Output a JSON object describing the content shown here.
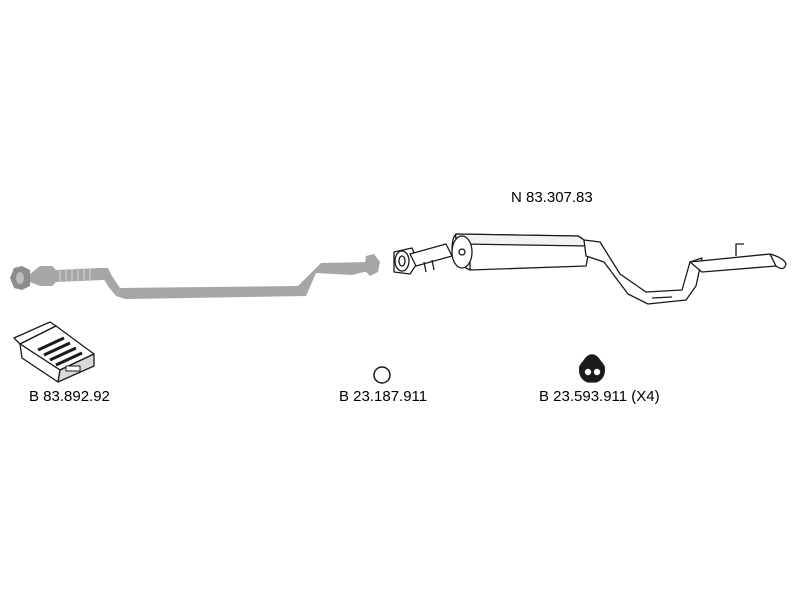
{
  "parts": {
    "rear_silencer": {
      "code": "N 83.307.83"
    },
    "fitting_kit": {
      "code": "B 83.892.92"
    },
    "seal_ring": {
      "code": "B 23.187.911"
    },
    "rubber_hanger": {
      "code": "B 23.593.911 (X4)"
    }
  },
  "colors": {
    "line": "#1a1a1a",
    "fill": "#ffffff",
    "grey_part": "#a6a6a6",
    "grey_dark": "#8c8c8c",
    "shade": "#d9d9d9",
    "text": "#000000"
  }
}
